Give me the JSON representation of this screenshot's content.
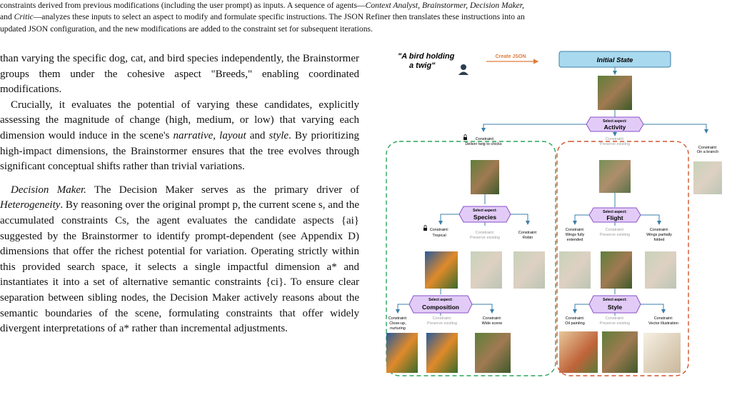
{
  "caption": {
    "line1": "constraints derived from previous modifications (including the user prompt) as inputs. A sequence of agents—",
    "agents": "Context Analyst, Brainstormer, Decision Maker,",
    "line2a": "and ",
    "critic": "Critic",
    "line2b": "—analyzes these inputs to select an aspect to modify and formulate specific instructions. The JSON Refiner then translates these instructions into an",
    "line3": "updated JSON configuration, and the new modifications are added to the constraint set for subsequent iterations."
  },
  "body": {
    "p1": "than varying the specific dog, cat, and bird species independently, the Brainstormer groups them under the cohesive aspect \"Breeds,\" enabling coordinated modifications.",
    "p2a": "Crucially, it evaluates the potential of varying these candidates, explicitly assessing the magnitude of change (high, medium, or low) that varying each dimension would induce in the scene's ",
    "p2_narrative": "narrative",
    "p2_comma": ", ",
    "p2_layout": "layout",
    "p2_and": " and ",
    "p2_style": "style",
    "p2b": ". By prioritizing high-impact dimensions, the Brainstormer ensures that the tree evolves through significant conceptual shifts rather than trivial variations.",
    "p3_title": "Decision Maker.",
    "p3a": " The Decision Maker serves as the primary driver of ",
    "p3_het": "Heterogeneity",
    "p3b": ". By reasoning over the original prompt p, the current scene s, and the accumulated constraints Cs, the agent evaluates the candidate aspects {ai} suggested by the Brainstormer to identify prompt-dependent (see Appendix D) dimensions that offer the richest potential for variation. Operating strictly within this provided search space, it selects a single impactful dimension a* and instantiates it into a set of alternative semantic constraints {ci}. To ensure clear separation between sibling nodes, the Decision Maker actively reasons about the semantic boundaries of the scene, formulating constraints that offer widely divergent interpretations of a* rather than incremental adjustments."
  },
  "figure": {
    "prompt_line1": "\"A bird holding",
    "prompt_line2": "a twig\"",
    "create_json": "Create JSON",
    "initial_state": "Initial State",
    "select_aspect": "Select aspect:",
    "aspects": {
      "activity": "Activity",
      "species": "Species",
      "flight": "Flight",
      "composition": "Composition",
      "style": "Style"
    },
    "constraint_label": "Constraint:",
    "constraints": {
      "twig_chicks": "Deliver twig to chicks",
      "preserve": "Preserve existing",
      "branch": "On a branch",
      "tropical": "Tropical",
      "robin": "Robin",
      "wings_full_1": "Wings fully",
      "wings_full_2": "extended",
      "wings_part_1": "Wings partially",
      "wings_part_2": "folded",
      "closeup_1": "Close-up,",
      "closeup_2": "nurturing",
      "wide": "Wide scene",
      "oil": "Oil painting",
      "vector": "Vector illustration"
    },
    "colors": {
      "purple_fill": "#e2ccf7",
      "purple_stroke": "#8a4fc8",
      "blue_fill": "#a9d9ee",
      "blue_stroke": "#3a7fa8",
      "green_dash": "#2aa55a",
      "orange_dash": "#d2552a",
      "arrow_orange": "#e07a3a",
      "gray_text": "#9a9a9a"
    }
  }
}
